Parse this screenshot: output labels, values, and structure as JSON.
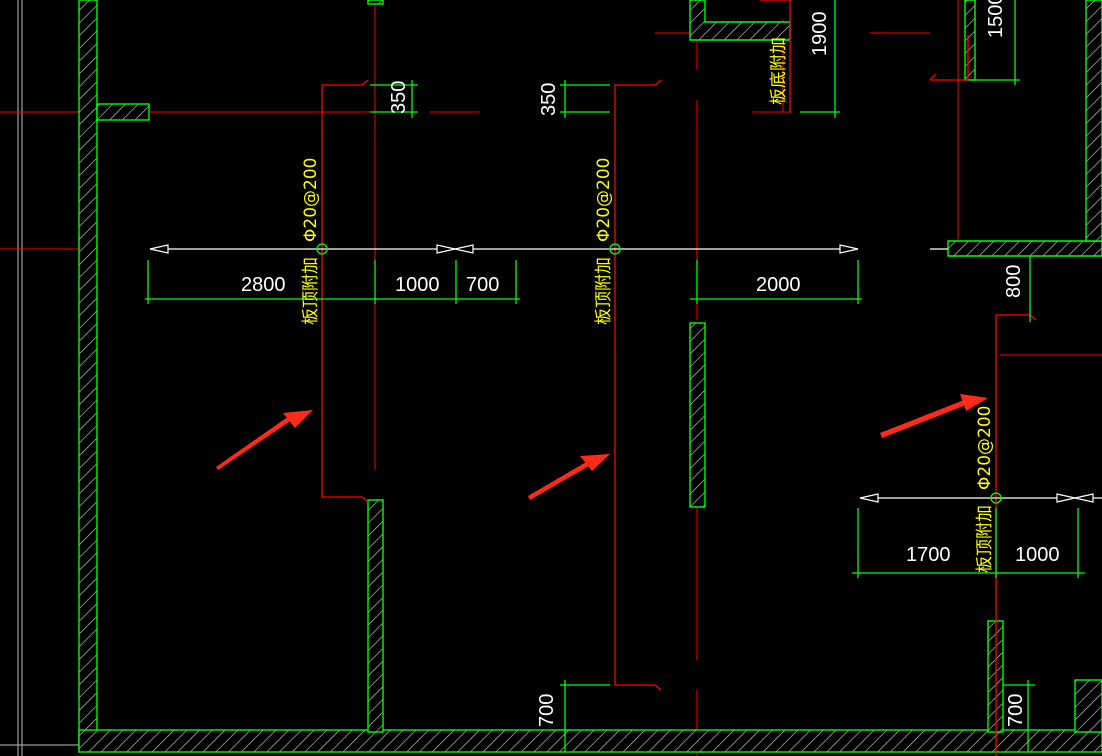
{
  "colors": {
    "background": "#000000",
    "wall": "#00ff00",
    "rebar": "#ff0000",
    "rebar_text": "#ffff00",
    "dimension_text": "#ffffff",
    "dimension_line": "#ffffff",
    "arrow": "#ff2a1a"
  },
  "rebar_labels": {
    "left_spec": "Φ20@200",
    "left_name": "板顶附加",
    "mid_spec": "Φ20@200",
    "mid_name": "板顶附加",
    "right_spec": "Φ20@200",
    "right_name": "板顶附加",
    "top_name": "板底附加"
  },
  "dimensions": {
    "d2800": "2800",
    "d1000a": "1000",
    "d700a": "700",
    "d2000": "2000",
    "d1700": "1700",
    "d1000b": "1000",
    "d350a": "350",
    "d350b": "350",
    "d800": "800",
    "d700b": "700",
    "d700c": "700",
    "d1900": "1900",
    "d1500": "1500"
  },
  "annotations": {
    "arrows": [
      "arrow-left",
      "arrow-middle",
      "arrow-right"
    ],
    "icon": "red-pointer-arrow"
  }
}
